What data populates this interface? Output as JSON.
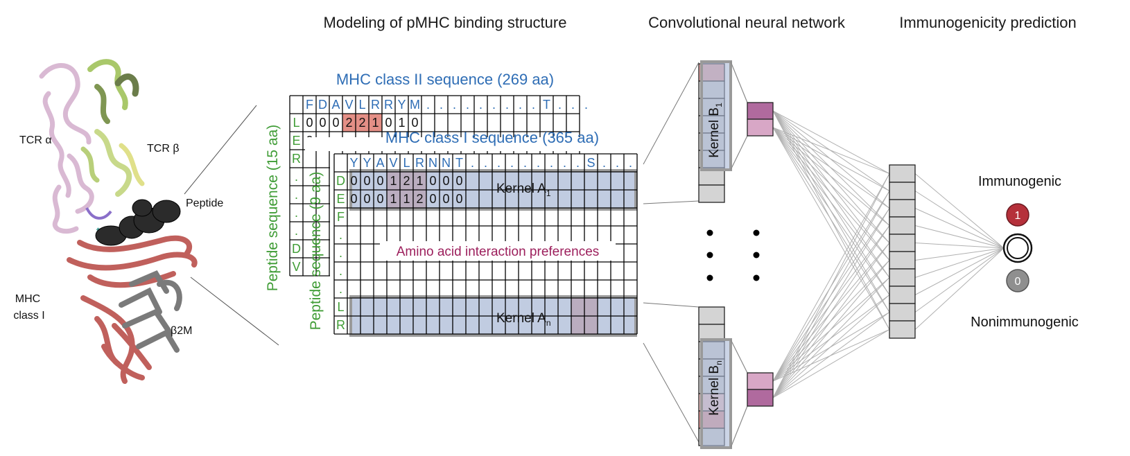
{
  "headers": {
    "modeling": "Modeling of pMHC binding structure",
    "cnn": "Convolutional neural network",
    "prediction": "Immunogenicity prediction"
  },
  "structure_labels": {
    "tcr_alpha": "TCR α",
    "tcr_beta": "TCR β",
    "peptide": "Peptide",
    "mhc_line1": "MHC",
    "mhc_line2": "class I",
    "b2m": "β2M"
  },
  "class2": {
    "title": "MHC class II sequence (269 aa)",
    "side_label": "Peptide sequence (15 aa)",
    "header_letters": [
      "F",
      "D",
      "A",
      "V",
      "L",
      "R",
      "R",
      "Y",
      "M",
      ".",
      ".",
      ".",
      ".",
      ".",
      ".",
      ".",
      ".",
      ".",
      "T",
      ".",
      ".",
      "."
    ],
    "row_letters": [
      "L",
      "E",
      "R",
      ".",
      ".",
      ".",
      ".",
      "D",
      "V"
    ],
    "first_row_values": [
      "0",
      "0",
      "0",
      "2",
      "2",
      "1",
      "0",
      "1",
      "0"
    ],
    "second_row_first": "0"
  },
  "class1": {
    "title": "MHC class I sequence (365 aa)",
    "side_label": "Peptide sequence (9 aa)",
    "header_letters": [
      "Y",
      "Y",
      "A",
      "V",
      "L",
      "R",
      "N",
      "N",
      "T",
      ".",
      ".",
      ".",
      ".",
      ".",
      ".",
      ".",
      ".",
      ".",
      "S",
      ".",
      ".",
      "."
    ],
    "row_letters": [
      "D",
      "E",
      "F",
      ".",
      ".",
      ".",
      ".",
      "L",
      "R"
    ],
    "row_values": [
      [
        "0",
        "0",
        "0",
        "1",
        "2",
        "1",
        "0",
        "0",
        "0"
      ],
      [
        "0",
        "0",
        "0",
        "1",
        "1",
        "2",
        "0",
        "0",
        "0"
      ]
    ],
    "kernel_a1": "Kernel A",
    "kernel_a1_sub": "1",
    "kernel_an": "Kernel A",
    "kernel_an_sub": "n",
    "interaction": "Amino acid interaction preferences"
  },
  "cnn": {
    "kernel_b1": "Kernel B",
    "kernel_b1_sub": "1",
    "kernel_bn": "Kernel B",
    "kernel_bn_sub": "n",
    "dense_units": 10
  },
  "output": {
    "immunogenic": "Immunogenic",
    "nonimmunogenic": "Nonimmunogenic",
    "node_top": "1",
    "node_bottom": "0"
  },
  "colors": {
    "blue_text": "#2e6db5",
    "green_text": "#3f9c35",
    "magenta_text": "#9c1f5c",
    "kernel_fill": "#a9b8d6",
    "red_cell": "#e48f86",
    "purple_cell": "#b06a9e",
    "output_red": "#b5303a",
    "output_gray": "#8f8f8f"
  }
}
